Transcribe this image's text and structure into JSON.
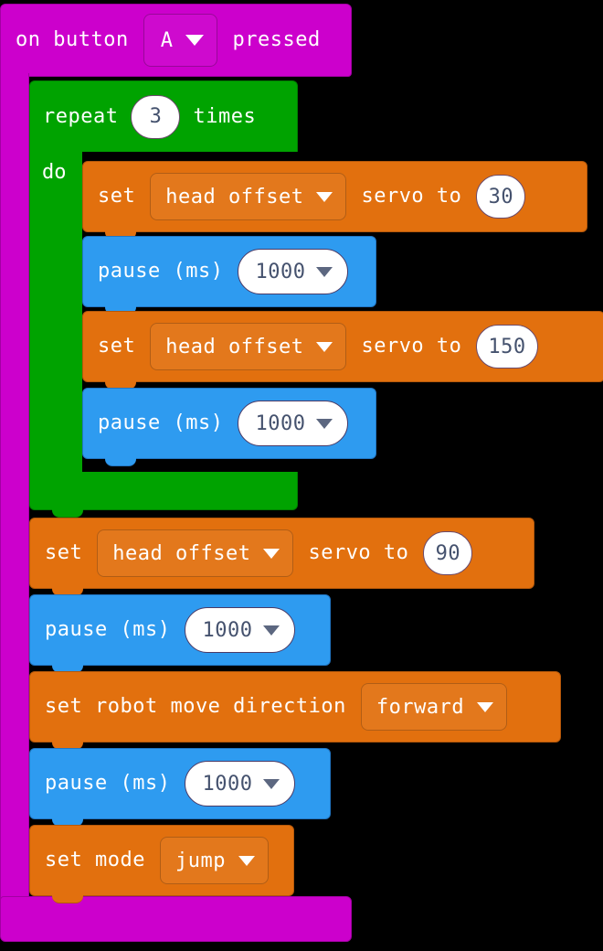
{
  "program": {
    "event": {
      "prefix": "on button",
      "button": "A",
      "suffix": "pressed",
      "color": "#cc00cc",
      "dropdown_icon": "chevron-down-icon"
    },
    "loop": {
      "label": "repeat",
      "count": "3",
      "unit": "times",
      "do_label": "do",
      "color": "#00a300",
      "body": [
        {
          "kind": "set-servo",
          "prefix": "set",
          "target": "head offset",
          "middle": "servo to",
          "value": "30",
          "color": "#e2700e"
        },
        {
          "kind": "pause",
          "label": "pause (ms)",
          "value": "1000",
          "color": "#2e9bf0"
        },
        {
          "kind": "set-servo",
          "prefix": "set",
          "target": "head offset",
          "middle": "servo to",
          "value": "150",
          "color": "#e2700e"
        },
        {
          "kind": "pause",
          "label": "pause (ms)",
          "value": "1000",
          "color": "#2e9bf0"
        }
      ]
    },
    "after_loop": [
      {
        "kind": "set-servo",
        "prefix": "set",
        "target": "head offset",
        "middle": "servo to",
        "value": "90",
        "color": "#e2700e"
      },
      {
        "kind": "pause",
        "label": "pause (ms)",
        "value": "1000",
        "color": "#2e9bf0"
      },
      {
        "kind": "set-direction",
        "label": "set robot move direction",
        "value": "forward",
        "color": "#e2700e"
      },
      {
        "kind": "pause",
        "label": "pause (ms)",
        "value": "1000",
        "color": "#2e9bf0"
      },
      {
        "kind": "set-mode",
        "label": "set mode",
        "value": "jump",
        "color": "#e2700e"
      }
    ]
  },
  "palette": {
    "event": "#cc00cc",
    "loop": "#00a300",
    "robot": "#e2700e",
    "basic": "#2e9bf0",
    "field_text": "#45526e",
    "block_text": "#ffffff",
    "canvas": "#000000"
  }
}
